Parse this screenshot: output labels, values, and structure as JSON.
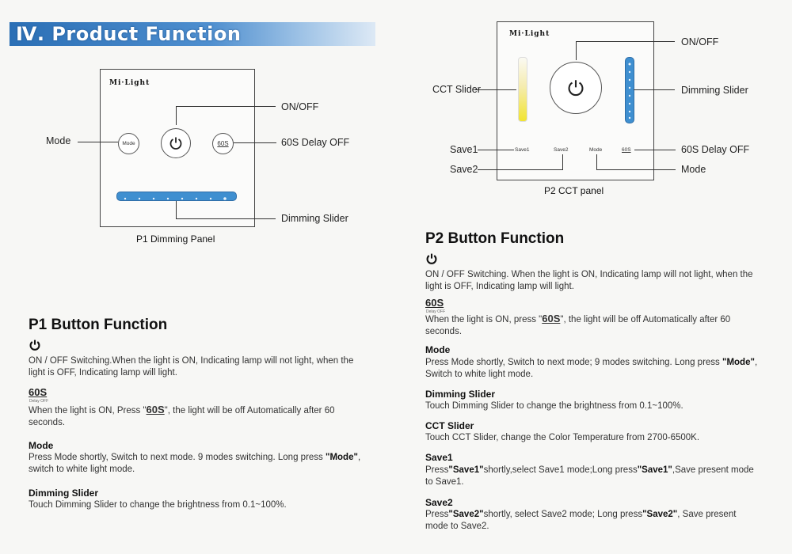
{
  "header": {
    "title": "Ⅳ. Product Function"
  },
  "p1_panel": {
    "brand": "Mi·Light",
    "mode_button": "Mode",
    "delay_button": "60S",
    "labels": {
      "onoff": "ON/OFF",
      "mode": "Mode",
      "delay": "60S Delay OFF",
      "dimming": "Dimming Slider"
    },
    "caption": "P1 Dimming Panel"
  },
  "p2_panel": {
    "brand": "Mi·Light",
    "buttons": {
      "save1": "Save1",
      "save2": "Save2",
      "mode": "Mode",
      "delay": "60S"
    },
    "labels": {
      "cct": "CCT Slider",
      "onoff": "ON/OFF",
      "dimming": "Dimming Slider",
      "save1": "Save1",
      "save2": "Save2",
      "delay": "60S Delay OFF",
      "mode": "Mode"
    },
    "caption": "P2 CCT panel"
  },
  "p1_function": {
    "title": "P1 Button Function",
    "power_text": "ON / OFF Switching.When the light is ON, Indicating lamp will not light, when the light is OFF, Indicating lamp will light.",
    "delay_icon": "60S",
    "delay_icon_sub": "Delay OFF",
    "delay_text_1": "When the light is ON, Press \"",
    "delay_text_2": "\", the light will be off Automatically after 60 seconds.",
    "mode_title": "Mode",
    "mode_text_1": "Press Mode shortly, Switch to next mode. 9 modes switching. Long press ",
    "mode_text_bold": "\"Mode\"",
    "mode_text_2": ", switch to white light mode.",
    "dimming_title": "Dimming Slider",
    "dimming_text": "Touch Dimming Slider to change the brightness from 0.1~100%."
  },
  "p2_function": {
    "title": "P2 Button Function",
    "power_text": "ON / OFF Switching. When the light is ON, Indicating lamp will not light, when the light is OFF, Indicating lamp will light.",
    "delay_icon": "60S",
    "delay_icon_sub": "Delay OFF",
    "delay_text_1": "When the light is ON, press \"",
    "delay_text_2": "\", the light will be off Automatically after 60 seconds.",
    "mode_title": "Mode",
    "mode_text_1": "Press Mode shortly, Switch to next mode; 9 modes switching. Long press ",
    "mode_text_bold": "\"Mode\"",
    "mode_text_2": ", Switch to white light mode.",
    "dimming_title": "Dimming Slider",
    "dimming_text": "Touch Dimming Slider to change the brightness from 0.1~100%.",
    "cct_title": "CCT Slider",
    "cct_text": "Touch CCT Slider, change the Color Temperature from 2700-6500K.",
    "save1_title": "Save1",
    "save1_text_1": "Press",
    "save1_bold_1": "\"Save1\"",
    "save1_text_2": "shortly,select Save1 mode;Long press",
    "save1_bold_2": "\"Save1\"",
    "save1_text_3": ",Save present mode to Save1.",
    "save2_title": "Save2",
    "save2_text_1": "Press",
    "save2_bold_1": "\"Save2\"",
    "save2_text_2": "shortly, select Save2 mode; Long press",
    "save2_bold_2": "\"Save2\"",
    "save2_text_3": ", Save present mode to Save2."
  },
  "colors": {
    "banner": "#2b6fb5",
    "dimming_slider": "#3f8fd0",
    "cct_warm": "#f1e431"
  }
}
